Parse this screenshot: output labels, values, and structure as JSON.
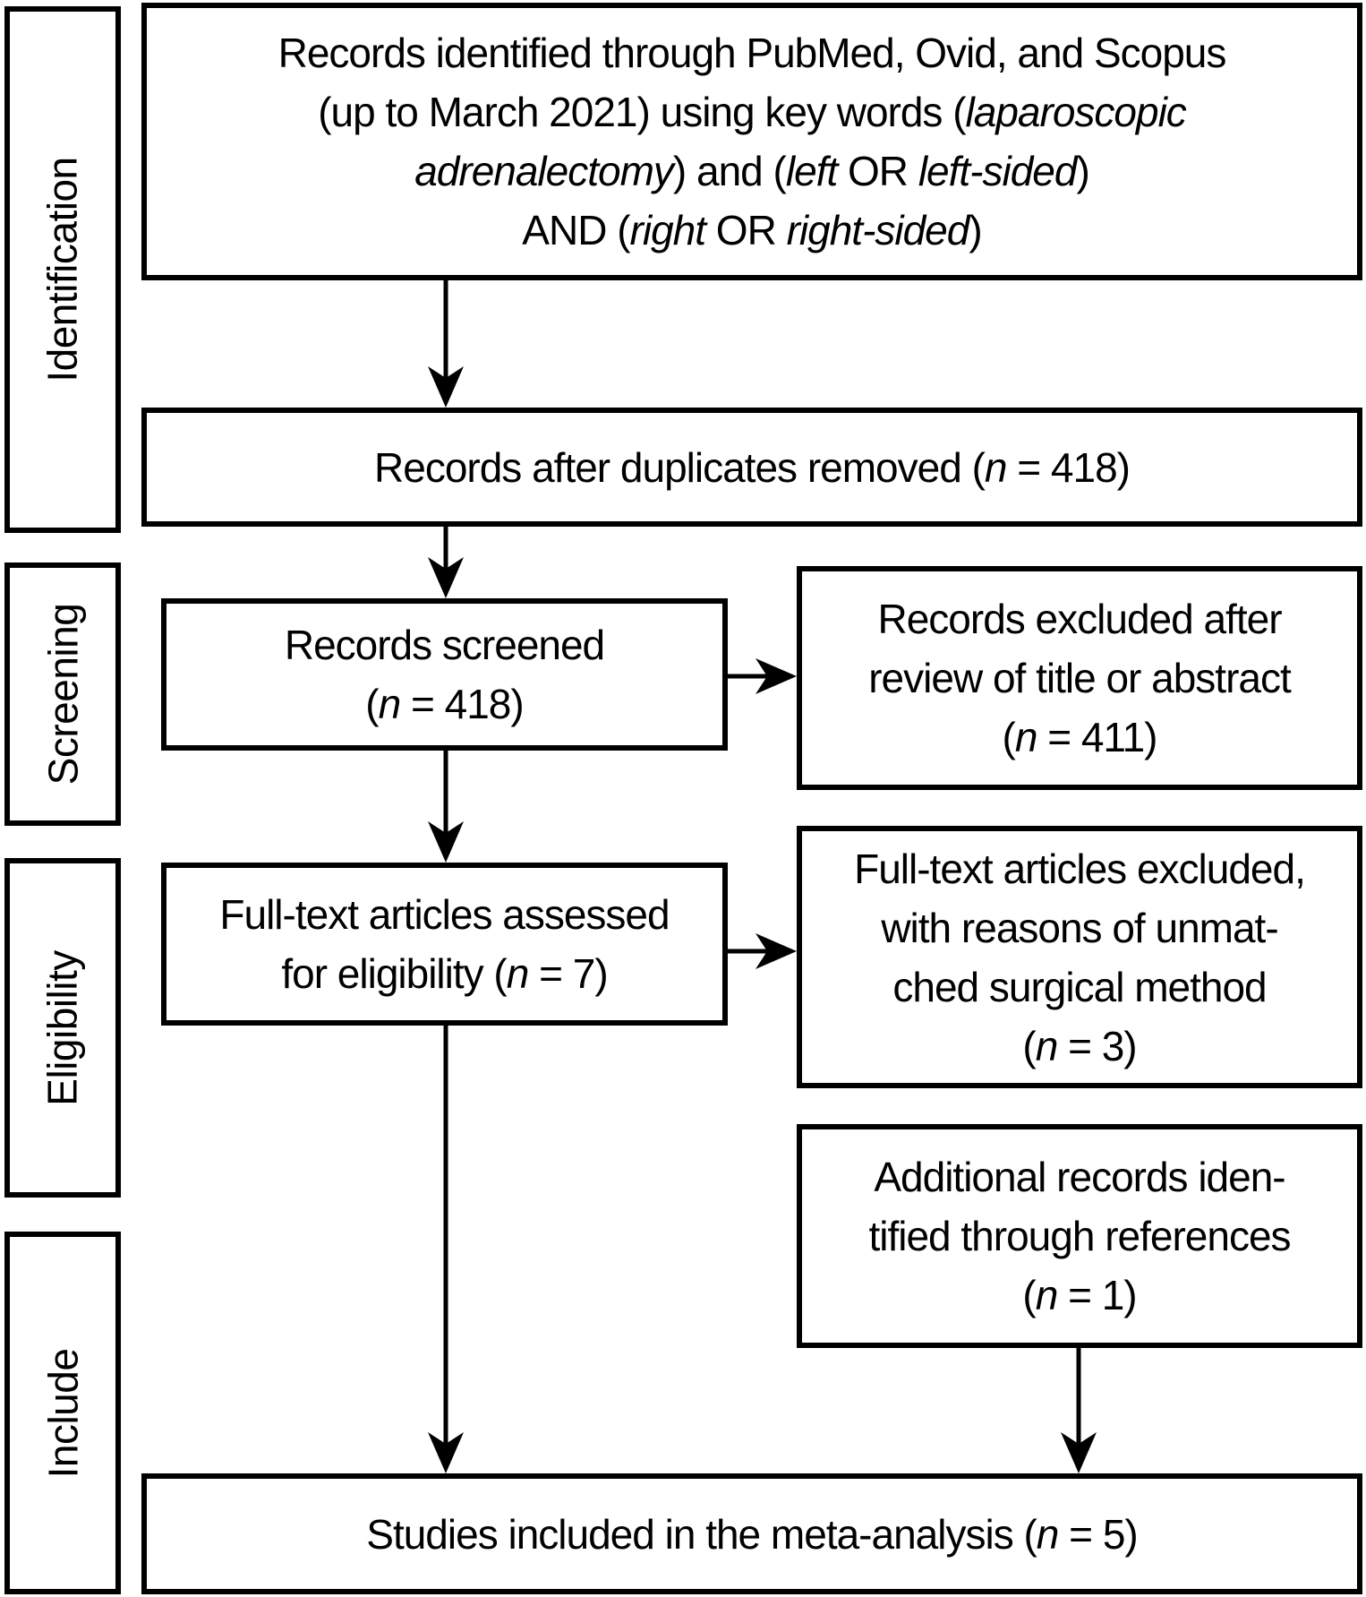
{
  "colors": {
    "ink": "#000000",
    "paper": "#ffffff"
  },
  "stages": [
    {
      "label": "Identification"
    },
    {
      "label": "Screening"
    },
    {
      "label": "Eligibility"
    },
    {
      "label": "Include"
    }
  ],
  "boxes": {
    "identified": {
      "lines": [
        [
          {
            "t": "Records identified through PubMed, Ovid, and Scopus"
          }
        ],
        [
          {
            "t": "(up to March 2021) using key words ("
          },
          {
            "t": "laparoscopic",
            "i": true
          }
        ],
        [
          {
            "t": "adrenalectomy",
            "i": true
          },
          {
            "t": ") and ("
          },
          {
            "t": "left",
            "i": true
          },
          {
            "t": " OR "
          },
          {
            "t": "left-sided",
            "i": true
          },
          {
            "t": ")"
          }
        ],
        [
          {
            "t": "AND ("
          },
          {
            "t": "right",
            "i": true
          },
          {
            "t": " OR "
          },
          {
            "t": "right-sided",
            "i": true
          },
          {
            "t": ")"
          }
        ]
      ]
    },
    "duplicates_removed": {
      "lines": [
        [
          {
            "t": "Records after duplicates removed ("
          },
          {
            "t": "n",
            "i": true
          },
          {
            "t": " = 418)"
          }
        ]
      ]
    },
    "screened": {
      "lines": [
        [
          {
            "t": "Records screened"
          }
        ],
        [
          {
            "t": "("
          },
          {
            "t": "n",
            "i": true
          },
          {
            "t": " = 418)"
          }
        ]
      ]
    },
    "excluded_title_abstract": {
      "lines": [
        [
          {
            "t": "Records excluded after"
          }
        ],
        [
          {
            "t": "review of title or abstract"
          }
        ],
        [
          {
            "t": "("
          },
          {
            "t": "n",
            "i": true
          },
          {
            "t": " = 411)"
          }
        ]
      ]
    },
    "fulltext_assessed": {
      "lines": [
        [
          {
            "t": "Full-text articles assessed"
          }
        ],
        [
          {
            "t": "for eligibility ("
          },
          {
            "t": "n",
            "i": true
          },
          {
            "t": " = 7)"
          }
        ]
      ]
    },
    "fulltext_excluded": {
      "lines": [
        [
          {
            "t": "Full-text articles excluded,"
          }
        ],
        [
          {
            "t": "with reasons of unmat-"
          }
        ],
        [
          {
            "t": "ched surgical method"
          }
        ],
        [
          {
            "t": "("
          },
          {
            "t": "n",
            "i": true
          },
          {
            "t": " = 3)"
          }
        ]
      ]
    },
    "additional_records": {
      "lines": [
        [
          {
            "t": "Additional records iden-"
          }
        ],
        [
          {
            "t": "tified through references"
          }
        ],
        [
          {
            "t": "("
          },
          {
            "t": "n",
            "i": true
          },
          {
            "t": " = 1)"
          }
        ]
      ]
    },
    "included": {
      "lines": [
        [
          {
            "t": "Studies included in the meta-analysis ("
          },
          {
            "t": "n",
            "i": true
          },
          {
            "t": " = 5)"
          }
        ]
      ]
    }
  }
}
